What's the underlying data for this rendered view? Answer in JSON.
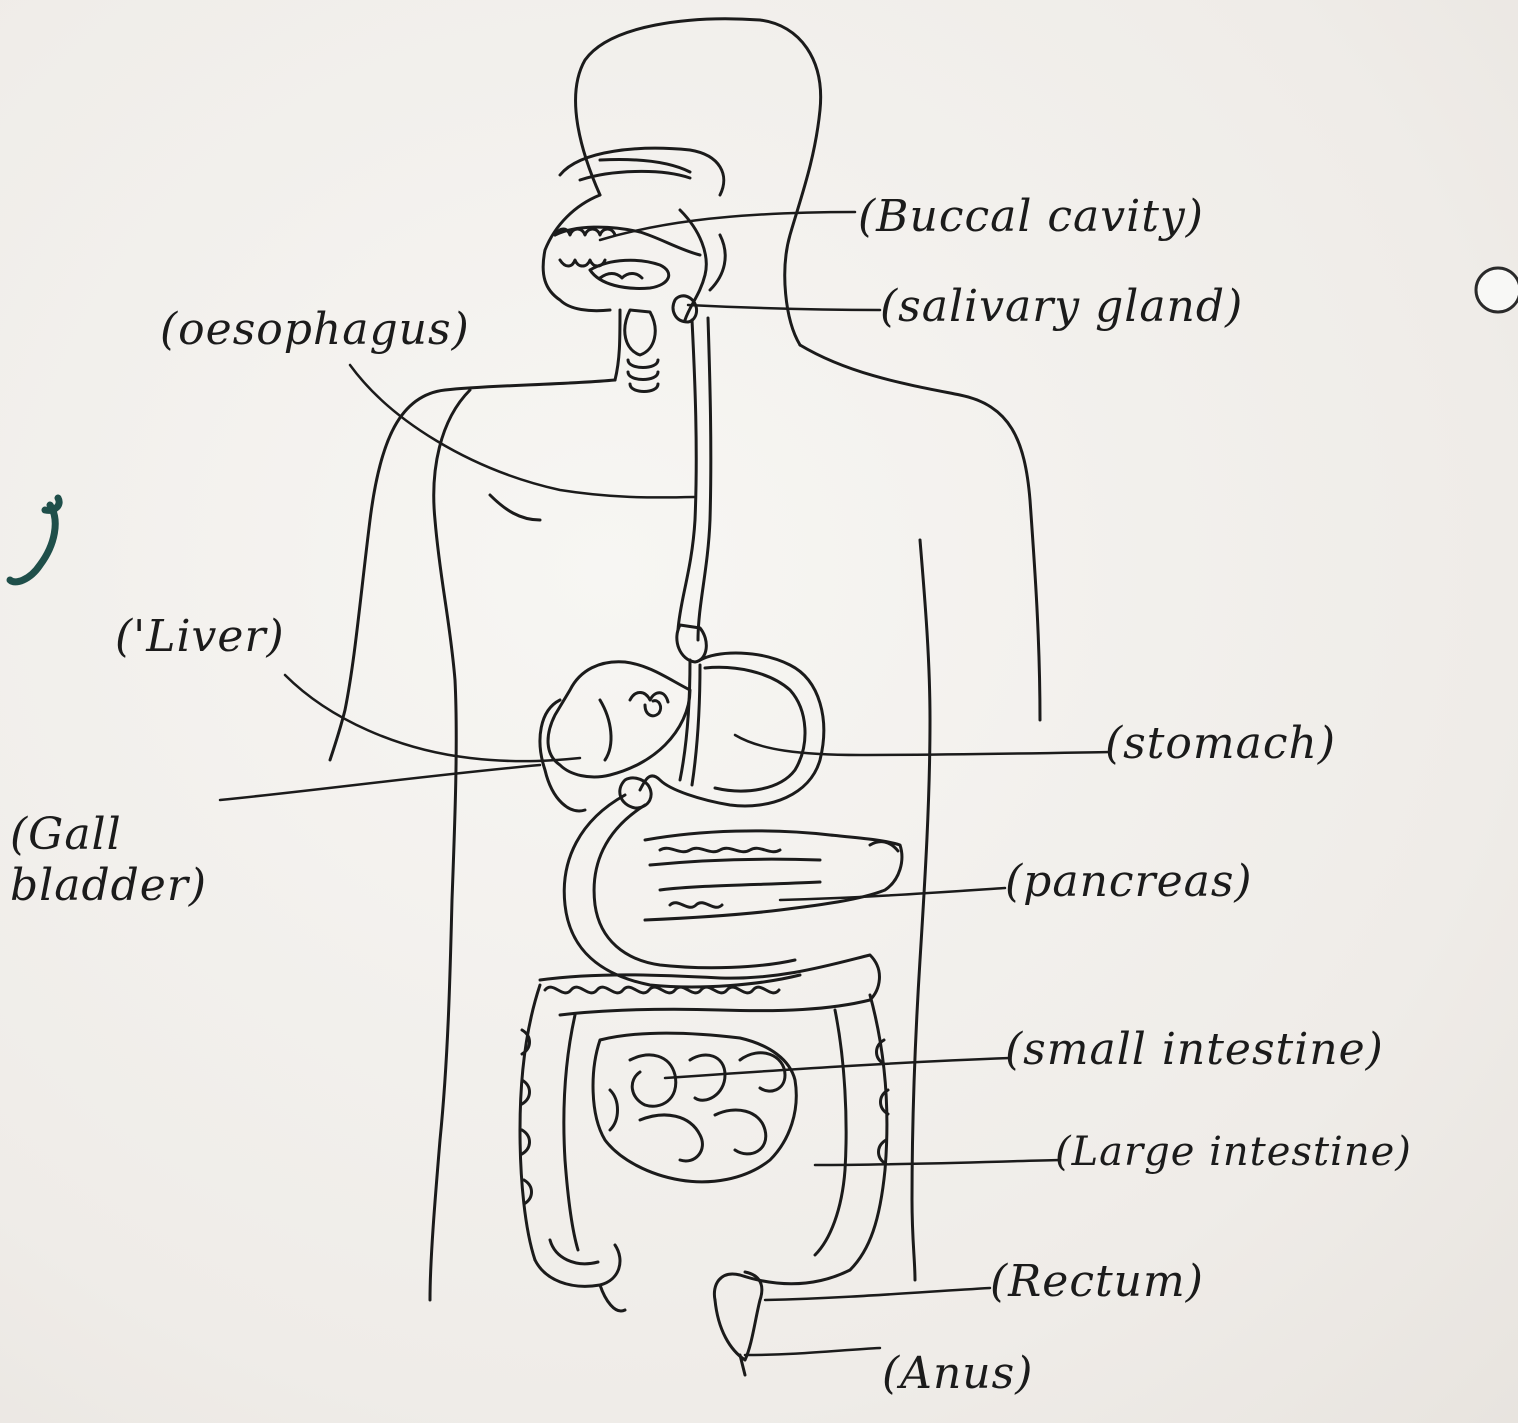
{
  "labels": {
    "buccal_cavity": "(Buccal cavity)",
    "salivary_gland": "(salivary gland)",
    "oesophagus": "(oesophagus)",
    "liver": "('Liver)",
    "gall_bladder": "(Gall\nbladder)",
    "stomach": "(stomach)",
    "pancreas": "(pancreas)",
    "small_intestine": "(small intestine)",
    "large_intestine": "(Large intestine)",
    "rectum": "(Rectum)",
    "anus": "(Anus)"
  },
  "colors": {
    "ink": "#1b1b1b",
    "paper": "#f3f1ee",
    "ink_smudge": "#1f4f4a"
  }
}
